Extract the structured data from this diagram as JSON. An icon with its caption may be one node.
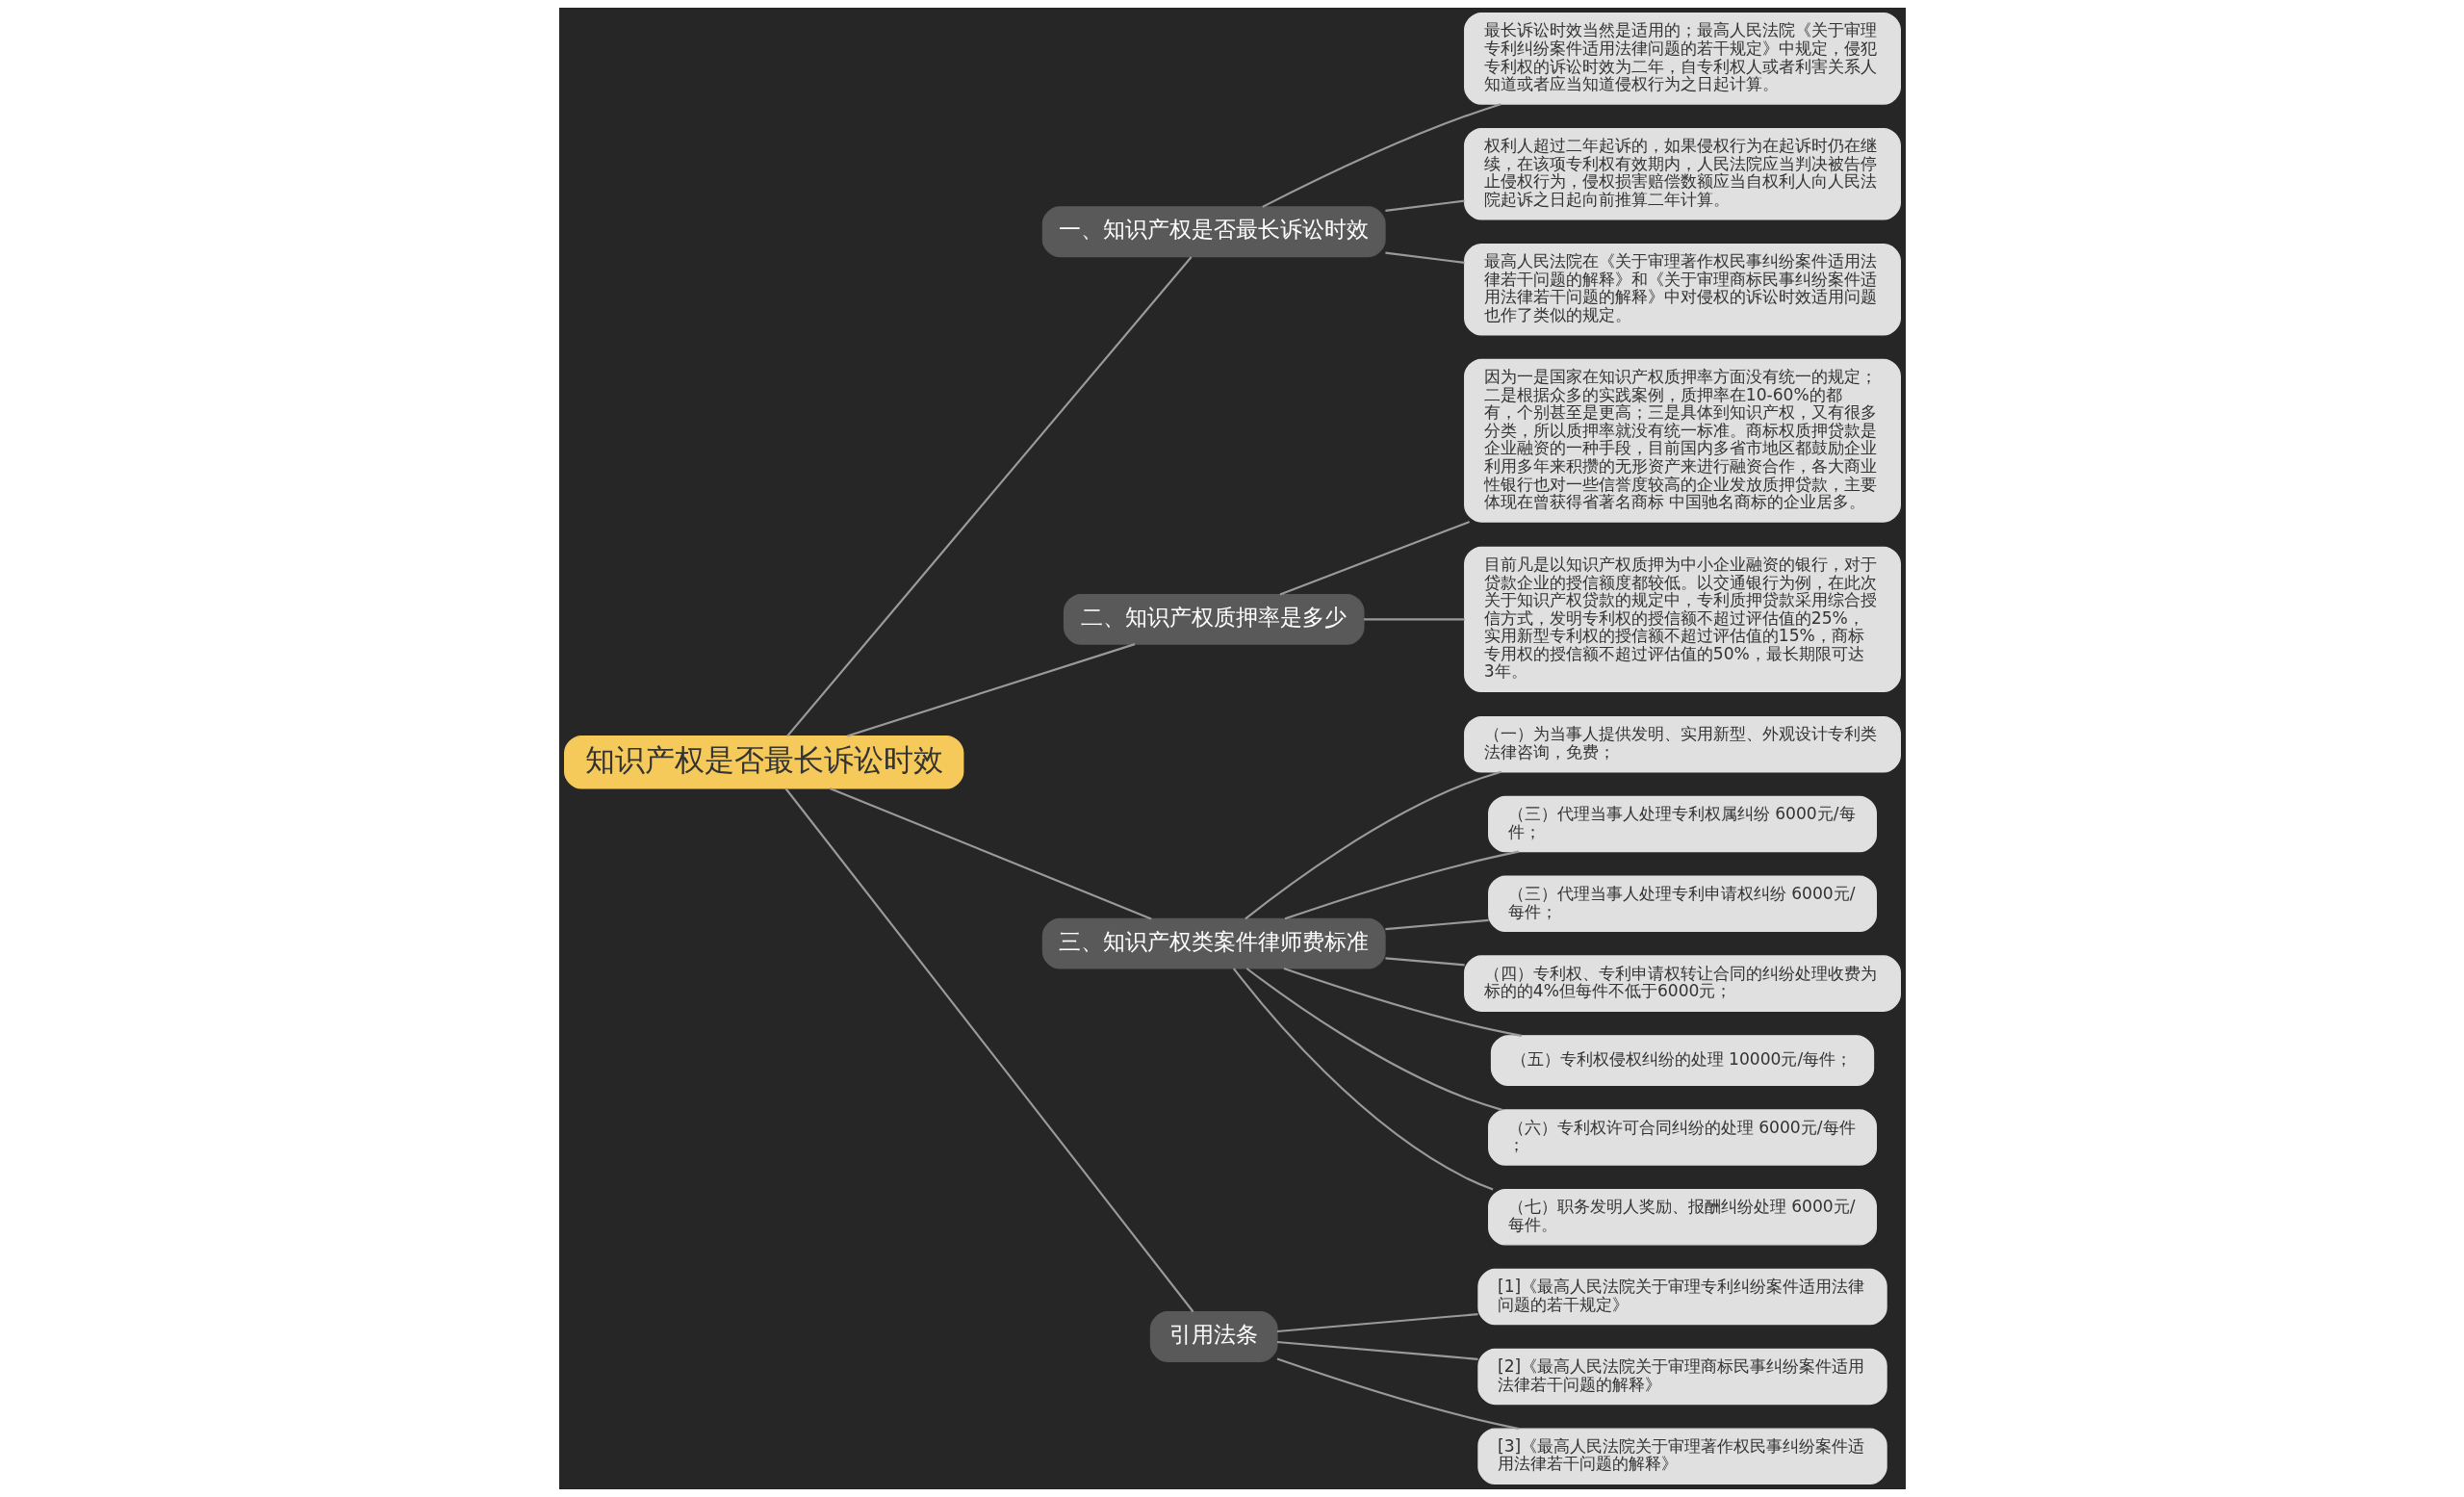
{
  "diagram": {
    "nodes": [
      {
        "text": [
          "知识产权是否最长诉讼时效"
        ]
      },
      {
        "text": [
          "一、知识产权是否最长诉讼时效"
        ]
      },
      {
        "text": [
          "最长诉讼时效当然是适用的；最高人民法院《关于审理专利纠纷案件适用法律问题的若干规定》中规定，侵犯专利权的诉讼时效为二年，自专利权人或者利害关系人知道或者应当知道侵权行为之日起计算。"
        ]
      },
      {
        "text": [
          "权利人超过二年起诉的，如果侵权行为在起诉时仍在继续，在该项专利权有效期内，人民法院应当判决被告停止侵权行为，侵权损害赔偿数额应当自权利人向人民法院起诉之日起向前推算二年计算。"
        ]
      },
      {
        "text": [
          "最高人民法院在《关于审理著作权民事纠纷案件适用法律若干问题的解释》和《关于审理商标民事纠纷案件适用法律若干问题的解释》中对侵权的诉讼时效适用问题也作了类似的规定。"
        ]
      },
      {
        "text": [
          "二、知识产权质押率是多少"
        ]
      },
      {
        "text": [
          "因为一是国家在知识产权质押率方面没有统一的规定；二是根据众多的实践案例，质押率在10-60%的都有，个别甚至是更高；三是具体到知识产权，又有很多分类，所以质押率就没有统一标准。商标权质押贷款是企业融资的一种手段，目前国内多省市地区都鼓励企业利用多年来积攒的无形资产来进行融资合作，各大商业性银行也对一些信誉度较高的企业发放质押贷款，主要体现在曾获得省著名商标 中国驰名商标的企业居多。"
        ]
      },
      {
        "text": [
          "目前凡是以知识产权质押为中小企业融资的银行，对于贷款企业的授信额度都较低。以交通银行为例，在此次关于知识产权贷款的规定中，专利质押贷款采用综合授信方式，发明专利权的授信额不超过评估值的25%，实用新型专利权的授信额不超过评估值的15%，商标专用权的授信额不超过评估值的50%，最长期限可达3年。"
        ]
      },
      {
        "text": [
          "三、知识产权类案件律师费标准"
        ]
      },
      {
        "text": [
          "（一）为当事人提供发明、实用新型、外观设计专利类法律咨询，免费；"
        ]
      },
      {
        "text": [
          "（三）代理当事人处理专利权属纠纷 6000元/每件；"
        ]
      },
      {
        "text": [
          "（三）代理当事人处理专利申请权纠纷 6000元/每件；"
        ]
      },
      {
        "text": [
          "（四）专利权、专利申请权转让合同的纠纷处理收费为标的的4%但每件不低于6000元；"
        ]
      },
      {
        "text": [
          "（五）专利权侵权纠纷的处理 10000元/每件；"
        ]
      },
      {
        "text": [
          "（六）专利权许可合同纠纷的处理 6000元/每件；"
        ]
      },
      {
        "text": [
          "（七）职务发明人奖励、报酬纠纷处理 6000元/每件。"
        ]
      },
      {
        "text": [
          "引用法条"
        ]
      },
      {
        "text": [
          "[1]《最高人民法院关于审理专利纠纷案件适用法律问题的若干规定》"
        ]
      },
      {
        "text": [
          "[2]《最高人民法院关于审理商标民事纠纷案件适用法律若干问题的解释》"
        ]
      },
      {
        "text": [
          "[3]《最高人民法院关于审理著作权民事纠纷案件适用法律若干问题的解释》"
        ]
      }
    ],
    "edges": [
      {
        "from": 0,
        "to": 1,
        "arrow": "none"
      },
      {
        "from": 1,
        "to": 2,
        "arrow": "none"
      },
      {
        "from": 1,
        "to": 3,
        "arrow": "none"
      },
      {
        "from": 1,
        "to": 4,
        "arrow": "none"
      },
      {
        "from": 0,
        "to": 5,
        "arrow": "none"
      },
      {
        "from": 5,
        "to": 6,
        "arrow": "none"
      },
      {
        "from": 5,
        "to": 7,
        "arrow": "none"
      },
      {
        "from": 0,
        "to": 8,
        "arrow": "none"
      },
      {
        "from": 8,
        "to": 9,
        "arrow": "none"
      },
      {
        "from": 8,
        "to": 10,
        "arrow": "none"
      },
      {
        "from": 8,
        "to": 11,
        "arrow": "none"
      },
      {
        "from": 8,
        "to": 12,
        "arrow": "none"
      },
      {
        "from": 8,
        "to": 13,
        "arrow": "none"
      },
      {
        "from": 8,
        "to": 14,
        "arrow": "none"
      },
      {
        "from": 8,
        "to": 15,
        "arrow": "none"
      },
      {
        "from": 0,
        "to": 16,
        "arrow": "none"
      },
      {
        "from": 16,
        "to": 17,
        "arrow": "none"
      },
      {
        "from": 16,
        "to": 18,
        "arrow": "none"
      },
      {
        "from": 16,
        "to": 19,
        "arrow": "none"
      }
    ]
  }
}
